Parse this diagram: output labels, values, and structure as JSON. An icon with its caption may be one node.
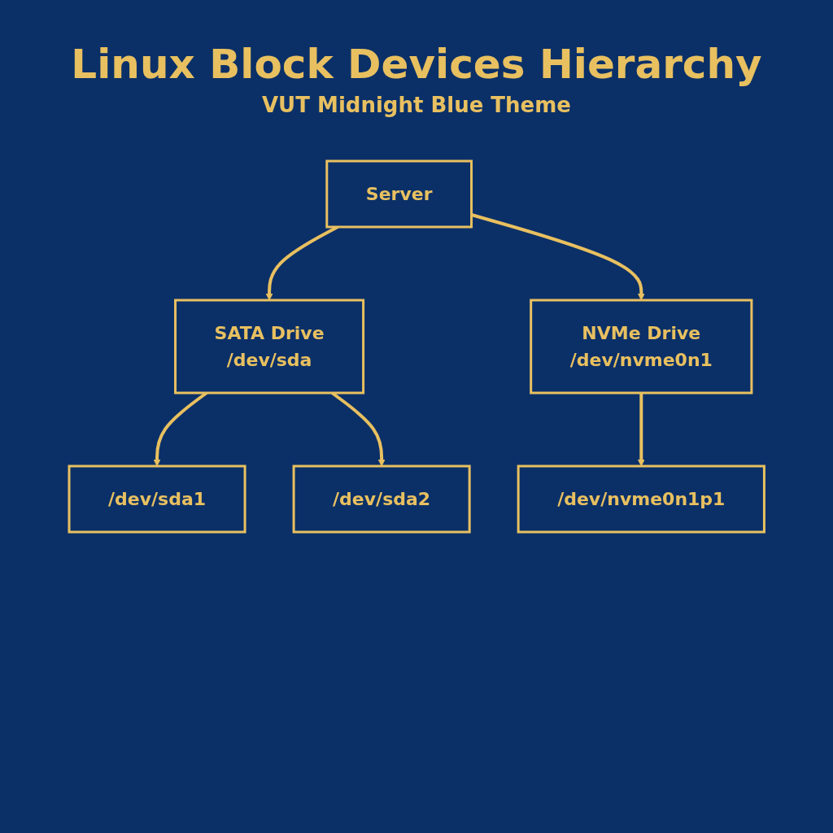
{
  "diagram": {
    "title": "Linux Block Devices Hierarchy",
    "caption": "VUT Midnight Blue Theme",
    "nodes": [
      {
        "text": [
          "Server"
        ]
      },
      {
        "text": [
          "SATA Drive",
          "/dev/sda"
        ]
      },
      {
        "text": [
          "NVMe Drive",
          "/dev/nvme0n1"
        ]
      },
      {
        "text": [
          "/dev/sda1"
        ]
      },
      {
        "text": [
          "/dev/sda2"
        ]
      },
      {
        "text": [
          "/dev/nvme0n1p1"
        ]
      }
    ],
    "edges": [
      {
        "from": 0,
        "to": 1,
        "arrow": "to"
      },
      {
        "from": 0,
        "to": 2,
        "arrow": "to"
      },
      {
        "from": 1,
        "to": 3,
        "arrow": "to"
      },
      {
        "from": 1,
        "to": 4,
        "arrow": "to"
      },
      {
        "from": 2,
        "to": 5,
        "arrow": "to"
      }
    ]
  }
}
